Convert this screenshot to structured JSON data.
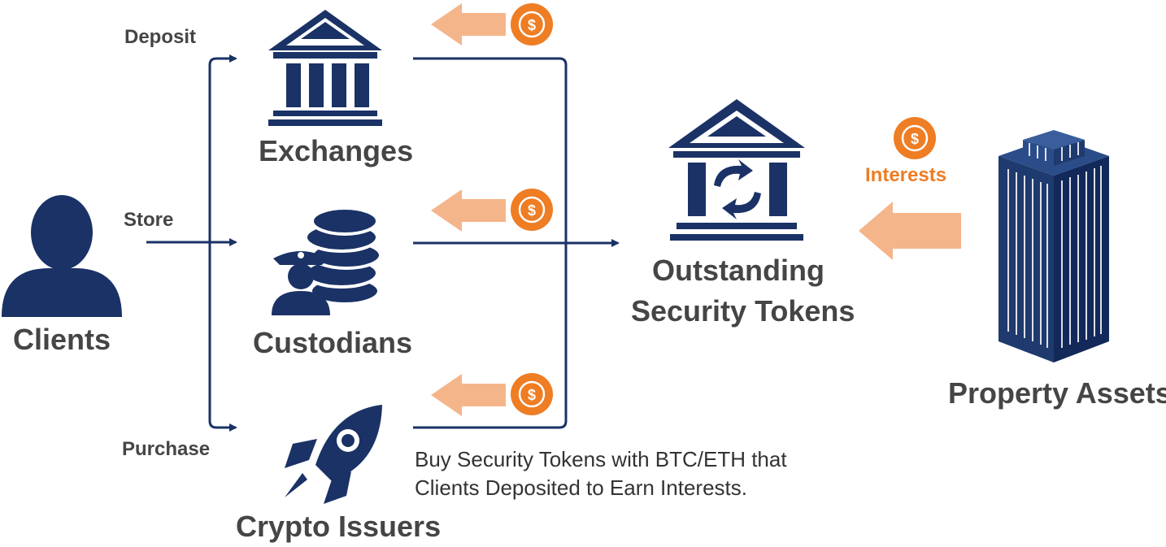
{
  "colors": {
    "navy": "#1a3266",
    "orange": "#ee7d24",
    "peach": "#f5b58a",
    "text": "#454545"
  },
  "labels": {
    "clients": "Clients",
    "exchanges": "Exchanges",
    "custodians": "Custodians",
    "crypto_issuers": "Crypto Issuers",
    "outstanding_line1": "Outstanding",
    "outstanding_line2": "Security Tokens",
    "property_assets": "Property Assets",
    "deposit": "Deposit",
    "store": "Store",
    "purchase": "Purchase",
    "interests": "Interests"
  },
  "note": {
    "line1": "Buy Security Tokens with BTC/ETH that",
    "line2": "Clients Deposited to Earn Interests."
  },
  "icons": {
    "client": "person-icon",
    "exchange": "bank-icon",
    "custodian": "guard-coins-icon",
    "crypto": "rocket-icon",
    "tokens": "bank-exchange-icon",
    "property": "skyscraper-icon",
    "coin": "dollar-coin-icon"
  }
}
